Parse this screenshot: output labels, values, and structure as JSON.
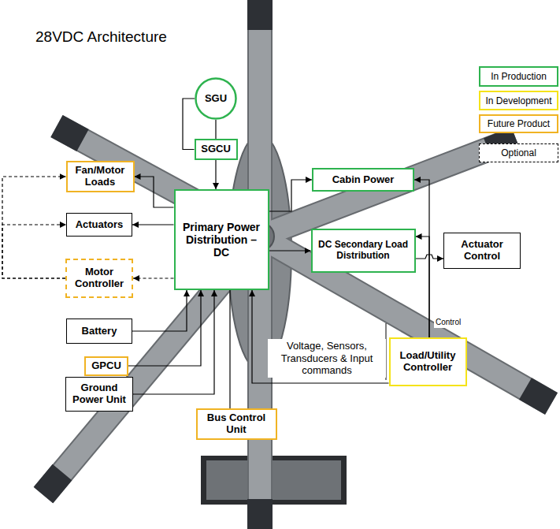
{
  "diagram": {
    "title": "28VDC Architecture",
    "nodes": [
      {
        "text": [
          "SGU"
        ]
      },
      {
        "text": [
          "SGCU"
        ]
      },
      {
        "text": [
          "Fan/Motor Loads"
        ]
      },
      {
        "text": [
          "Primary Power Distribution – DC"
        ]
      },
      {
        "text": [
          "Cabin Power"
        ]
      },
      {
        "text": [
          "Actuators"
        ]
      },
      {
        "text": [
          "DC Secondary Load Distribution"
        ]
      },
      {
        "text": [
          "Actuator Control"
        ]
      },
      {
        "text": [
          "Motor Controller"
        ]
      },
      {
        "text": [
          "Battery"
        ]
      },
      {
        "text": [
          "GPCU"
        ]
      },
      {
        "text": [
          "Ground Power Unit"
        ]
      },
      {
        "text": [
          "Load/Utility Controller"
        ]
      },
      {
        "text": [
          "Bus Control Unit"
        ]
      }
    ],
    "edges": [
      {
        "from": 0,
        "to": 1,
        "arrow": "none"
      },
      {
        "from": 0,
        "to": 1,
        "arrow": "none"
      },
      {
        "from": 1,
        "to": 3,
        "arrow": "to"
      },
      {
        "from": 3,
        "to": 2,
        "arrow": "to"
      },
      {
        "from": 3,
        "to": 5,
        "arrow": "to"
      },
      {
        "from": 3,
        "to": 8,
        "arrow": "to"
      },
      {
        "from": 8,
        "to": 2,
        "arrow": "to"
      },
      {
        "from": 8,
        "to": 5,
        "arrow": "to"
      },
      {
        "from": 3,
        "to": 4,
        "arrow": "to"
      },
      {
        "from": 3,
        "to": 6,
        "arrow": "to"
      },
      {
        "from": 12,
        "to": 4,
        "arrow": "to"
      },
      {
        "from": 12,
        "to": 6,
        "arrow": "to"
      },
      {
        "from": 6,
        "to": 7,
        "arrow": "to"
      },
      {
        "from": 9,
        "to": 3,
        "arrow": "to"
      },
      {
        "from": 10,
        "to": 3,
        "arrow": "to"
      },
      {
        "from": 11,
        "to": 3,
        "arrow": "to"
      },
      {
        "from": 13,
        "to": 3,
        "arrow": "none"
      },
      {
        "from": 12,
        "to": 3,
        "arrow": "to"
      }
    ],
    "labels": [
      "Voltage, Sensors, Transducers & Input commands",
      "Control"
    ],
    "legend": [
      {
        "text": "In Production",
        "color": "#2eb34f"
      },
      {
        "text": "In Development",
        "color": "#f5e31a"
      },
      {
        "text": "Future Product",
        "color": "#f0b323"
      },
      {
        "text": "Optional"
      }
    ]
  }
}
